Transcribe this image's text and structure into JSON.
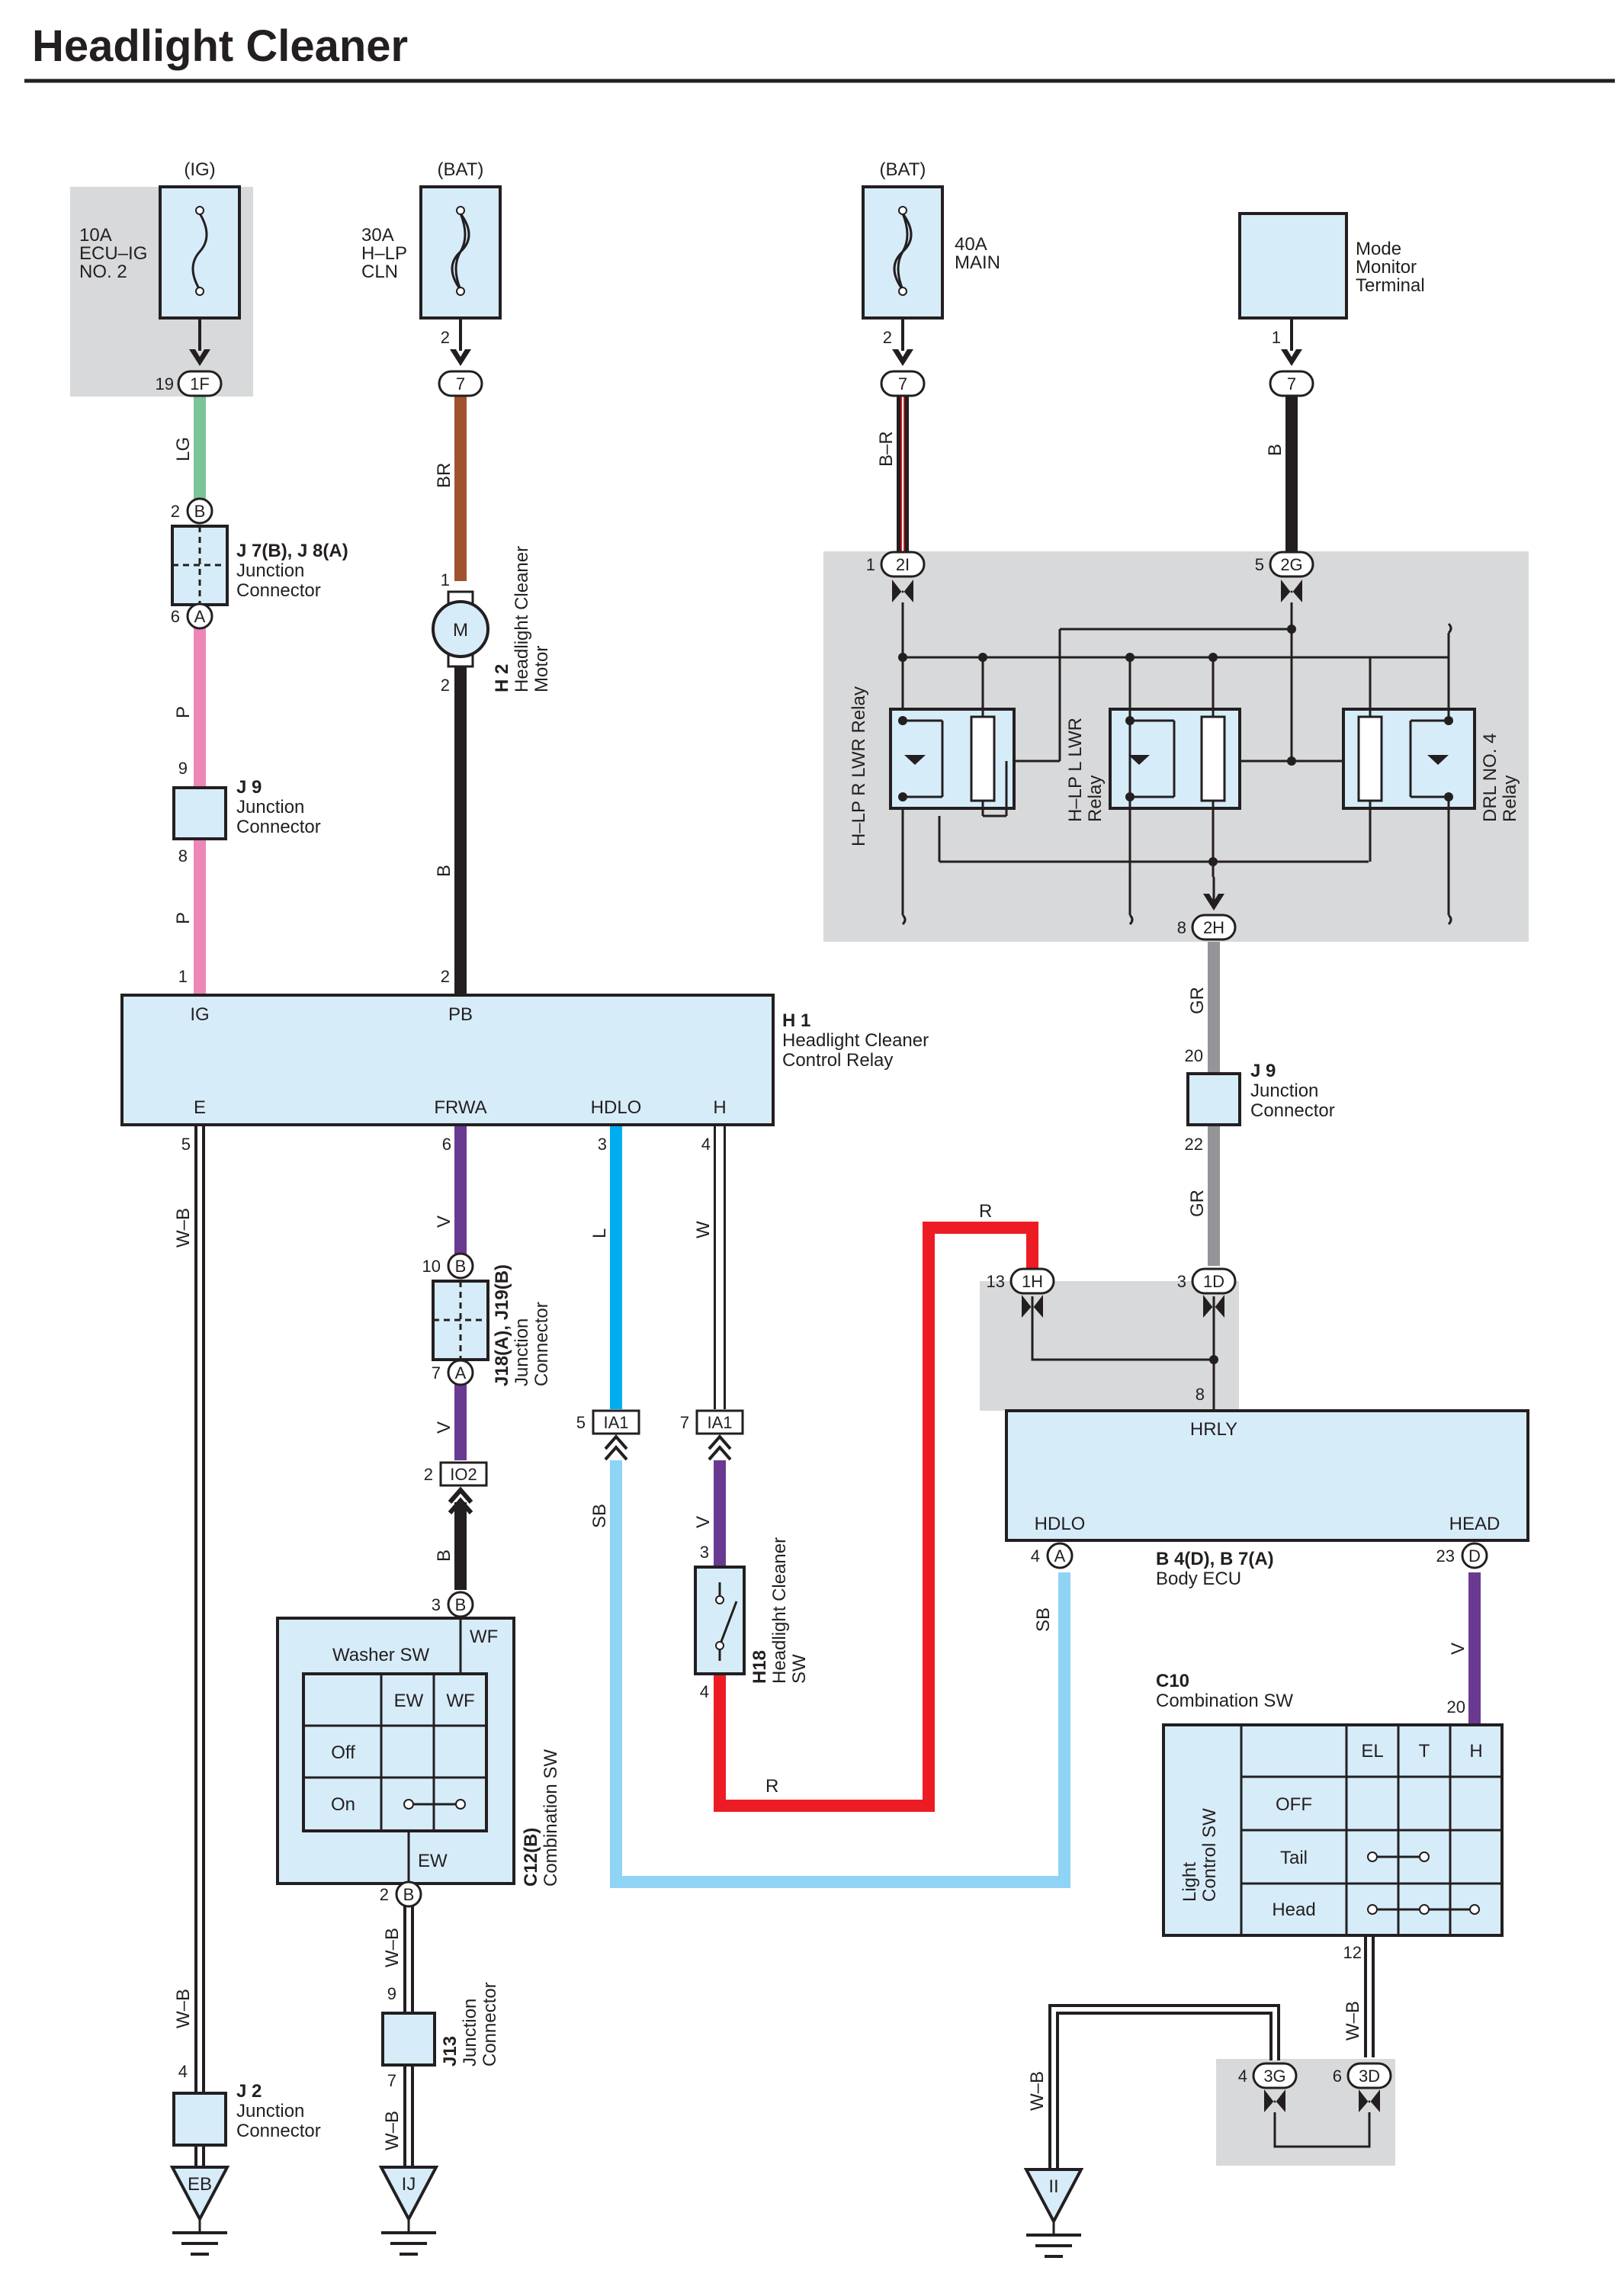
{
  "title": "Headlight Cleaner",
  "sources": {
    "ig": "(IG)",
    "bat1": "(BAT)",
    "bat2": "(BAT)"
  },
  "fuses": {
    "ecu_ig": {
      "amp": "10A",
      "line1": "ECU–IG",
      "line2": "NO. 2"
    },
    "hlp_cln": {
      "amp": "30A",
      "line1": "H–LP",
      "line2": "CLN"
    },
    "main": {
      "amp": "40A",
      "line1": "MAIN"
    }
  },
  "mode_monitor": {
    "line1": "Mode",
    "line2": "Monitor",
    "line3": "Terminal"
  },
  "connectors": {
    "c1F": "1F",
    "c2I": "2I",
    "c2G": "2G",
    "c2H": "2H",
    "c1H": "1H",
    "c1D": "1D",
    "c3G": "3G",
    "c3D": "3D",
    "c7a": "7",
    "c7b": "7",
    "c7c": "7",
    "cA": "A",
    "cB": "B",
    "cD": "D",
    "IA1a": "IA1",
    "IA1b": "IA1",
    "IO2": "IO2"
  },
  "pins": {
    "p19": "19",
    "p2a": "2",
    "p2b": "2",
    "p1a": "1",
    "p2c": "2",
    "p6a": "6",
    "p9": "9",
    "p8": "8",
    "p1b": "1",
    "p2d": "2",
    "p1c": "1",
    "p5a": "5",
    "p8b": "8",
    "p20a": "20",
    "p22": "22",
    "p5b": "5",
    "p6b": "6",
    "p3a": "3",
    "p4a": "4",
    "p10": "10",
    "p7a": "7",
    "p5c": "5",
    "p7b": "7",
    "p2e": "2",
    "p3b": "3",
    "p3c": "3",
    "p4b": "4",
    "p13": "13",
    "p3d": "3",
    "p8c": "8",
    "p4c": "4",
    "p23": "23",
    "p20b": "20",
    "p2f": "2",
    "p7c": "7",
    "p4d": "4",
    "p12": "12",
    "p4e": "4",
    "p6c": "6",
    "p9b": "9",
    "p2g": "2",
    "p1d": "1"
  },
  "wires": {
    "LG": "LG",
    "P1": "P",
    "P2": "P",
    "BR": "BR",
    "B1": "B",
    "BR2": "B–R",
    "B2": "B",
    "GR1": "GR",
    "GR2": "GR",
    "WB1": "W–B",
    "WB2": "W–B",
    "V1": "V",
    "V2": "V",
    "B3": "B",
    "L": "L",
    "W": "W",
    "SB1": "SB",
    "V3": "V",
    "R1": "R",
    "R2": "R",
    "SB2": "SB",
    "V4": "V",
    "WB3": "W–B",
    "WB4": "W–B",
    "WB5": "W–B",
    "WB6": "W–B"
  },
  "components": {
    "j7j8": {
      "id": "J 7(B), J 8(A)",
      "name1": "Junction",
      "name2": "Connector"
    },
    "j9a": {
      "id": "J 9",
      "name1": "Junction",
      "name2": "Connector"
    },
    "j9b": {
      "id": "J 9",
      "name1": "Junction",
      "name2": "Connector"
    },
    "h2": {
      "id": "H 2",
      "name1": "Headlight Cleaner",
      "name2": "Motor",
      "symbol": "M"
    },
    "h1": {
      "id": "H 1",
      "name1": "Headlight Cleaner",
      "name2": "Control Relay",
      "terms": {
        "IG": "IG",
        "PB": "PB",
        "E": "E",
        "FRWA": "FRWA",
        "HDLO": "HDLO",
        "H": "H"
      }
    },
    "j18j19": {
      "id": "J18(A), J19(B)",
      "name1": "Junction",
      "name2": "Connector"
    },
    "h18": {
      "id": "H18",
      "name1": "Headlight Cleaner",
      "name2": "SW"
    },
    "c12": {
      "id": "C12(B)",
      "name1": "Combination SW",
      "title": "Washer SW",
      "wf": "WF",
      "ew": "EW",
      "cols": [
        "EW",
        "WF"
      ],
      "rows": [
        "Off",
        "On"
      ]
    },
    "b4b7": {
      "id": "B 4(D), B 7(A)",
      "name1": "Body ECU",
      "terms": {
        "HRLY": "HRLY",
        "HDLO": "HDLO",
        "HEAD": "HEAD"
      }
    },
    "c10": {
      "id": "C10",
      "name1": "Combination SW",
      "side1": "Light",
      "side2": "Control SW",
      "cols": [
        "EL",
        "T",
        "H"
      ],
      "rows": [
        "OFF",
        "Tail",
        "Head"
      ]
    },
    "j13": {
      "id": "J13",
      "name1": "Junction",
      "name2": "Connector"
    },
    "j2": {
      "id": "J 2",
      "name1": "Junction",
      "name2": "Connector"
    }
  },
  "relays": {
    "r1": {
      "line1": "H–LP R LWR Relay"
    },
    "r2": {
      "line1": "H–LP L LWR",
      "line2": "Relay"
    },
    "r3": {
      "line1": "DRL NO. 4",
      "line2": "Relay"
    }
  },
  "grounds": {
    "EB": "EB",
    "IJ": "IJ",
    "II": "II"
  },
  "colors": {
    "LG": "#7cc39a",
    "P": "#ee86b7",
    "BR": "#a0522d",
    "B": "#231f20",
    "GR": "#939598",
    "V": "#6a3a93",
    "L": "#00aeef",
    "SB": "#8fd3f5",
    "R": "#ed1c24",
    "W": "#ffffff",
    "box": "#d7ecf9",
    "shade": "#d8d9da"
  }
}
